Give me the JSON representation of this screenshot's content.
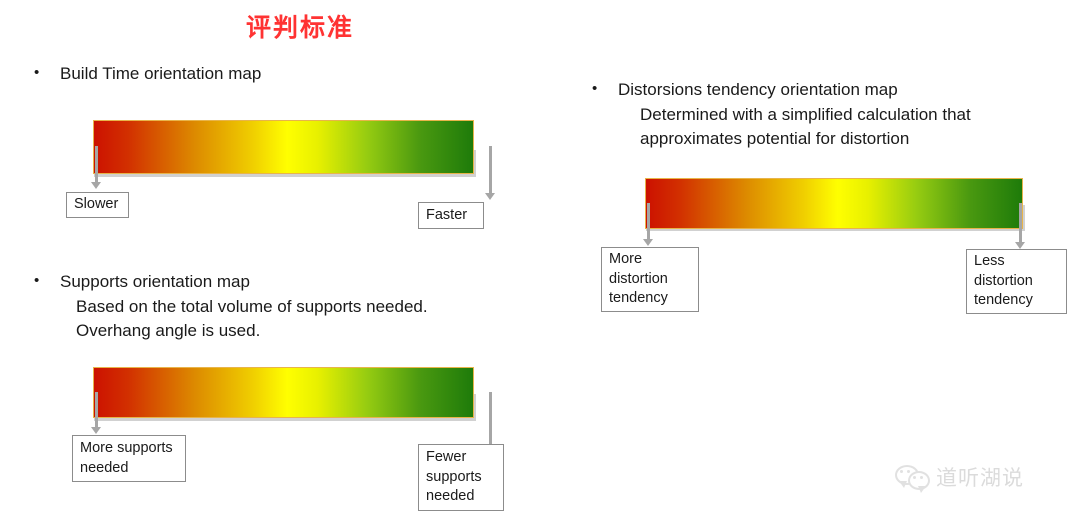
{
  "slide": {
    "title": "评判标准",
    "title_color": "#ff3333",
    "background": "#ffffff"
  },
  "gradient": {
    "start_color": "#cc1100",
    "mid_orange": "#dd8c00",
    "mid_yellow": "#ffff00",
    "end_color": "#1e7b0a",
    "border_color": "#e8b44a"
  },
  "sections": [
    {
      "id": "build-time",
      "bullet": "Build Time orientation map",
      "sub_lines": [],
      "left_label": "Slower",
      "right_label": "Faster"
    },
    {
      "id": "supports",
      "bullet": "Supports orientation map",
      "sub_lines": [
        "Based on the total volume of supports needed.",
        "Overhang angle is used."
      ],
      "left_label": "More supports\nneeded",
      "left_label_lines": [
        "More supports",
        "needed"
      ],
      "right_label_lines": [
        "Fewer",
        "supports",
        "needed"
      ]
    },
    {
      "id": "distortions",
      "bullet": "Distorsions tendency orientation map",
      "sub_lines": [
        "Determined with a simplified calculation that",
        "approximates potential for distortion"
      ],
      "left_label_lines": [
        "More",
        "distortion",
        "tendency"
      ],
      "right_label_lines": [
        "Less",
        "distortion",
        "tendency"
      ]
    }
  ],
  "bullet_marker": "•",
  "watermark": {
    "text": "道听湖说",
    "icon": "wechat-icon",
    "color": "#b8b8b8"
  }
}
